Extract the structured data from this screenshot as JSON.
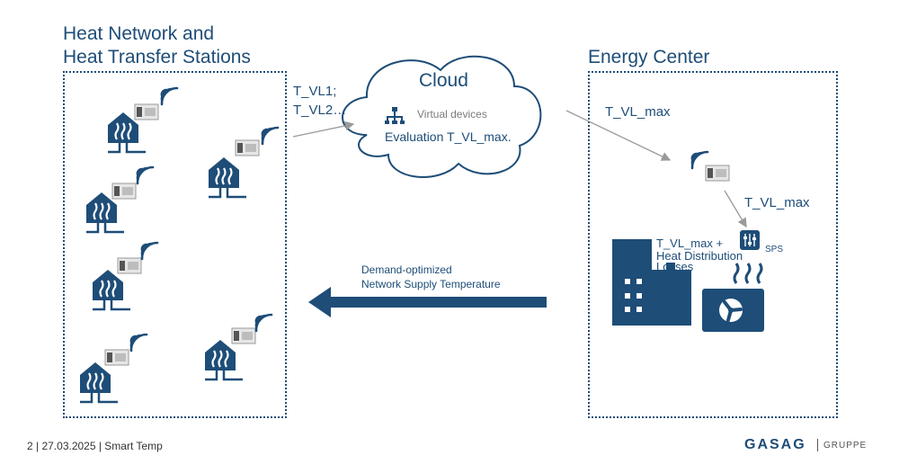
{
  "left_title_1": "Heat Network and",
  "left_title_2": "Heat Transfer Stations",
  "right_title": "Energy Center",
  "cloud_title": "Cloud",
  "cloud_virtual": "Virtual devices",
  "cloud_eval": "Evaluation  T_VL_max.",
  "in_label_1": "T_VL1;",
  "in_label_2": "T_VL2…",
  "out_label": "T_VL_max",
  "device_label": "T_VL_max",
  "sps_text_1": "T_VL_max +",
  "sps_text_2": "Heat Distribution",
  "sps_text_3": "Losses",
  "sps_label": "SPS",
  "return_label_1": "Demand-optimized",
  "return_label_2": "Network Supply Temperature",
  "footer": "2 | 27.03.2025 | Smart Temp",
  "logo": "GASAG",
  "logo_sub": "GRUPPE",
  "colors": {
    "primary": "#1e4d78",
    "arrow_gray": "#9a9a9a"
  }
}
